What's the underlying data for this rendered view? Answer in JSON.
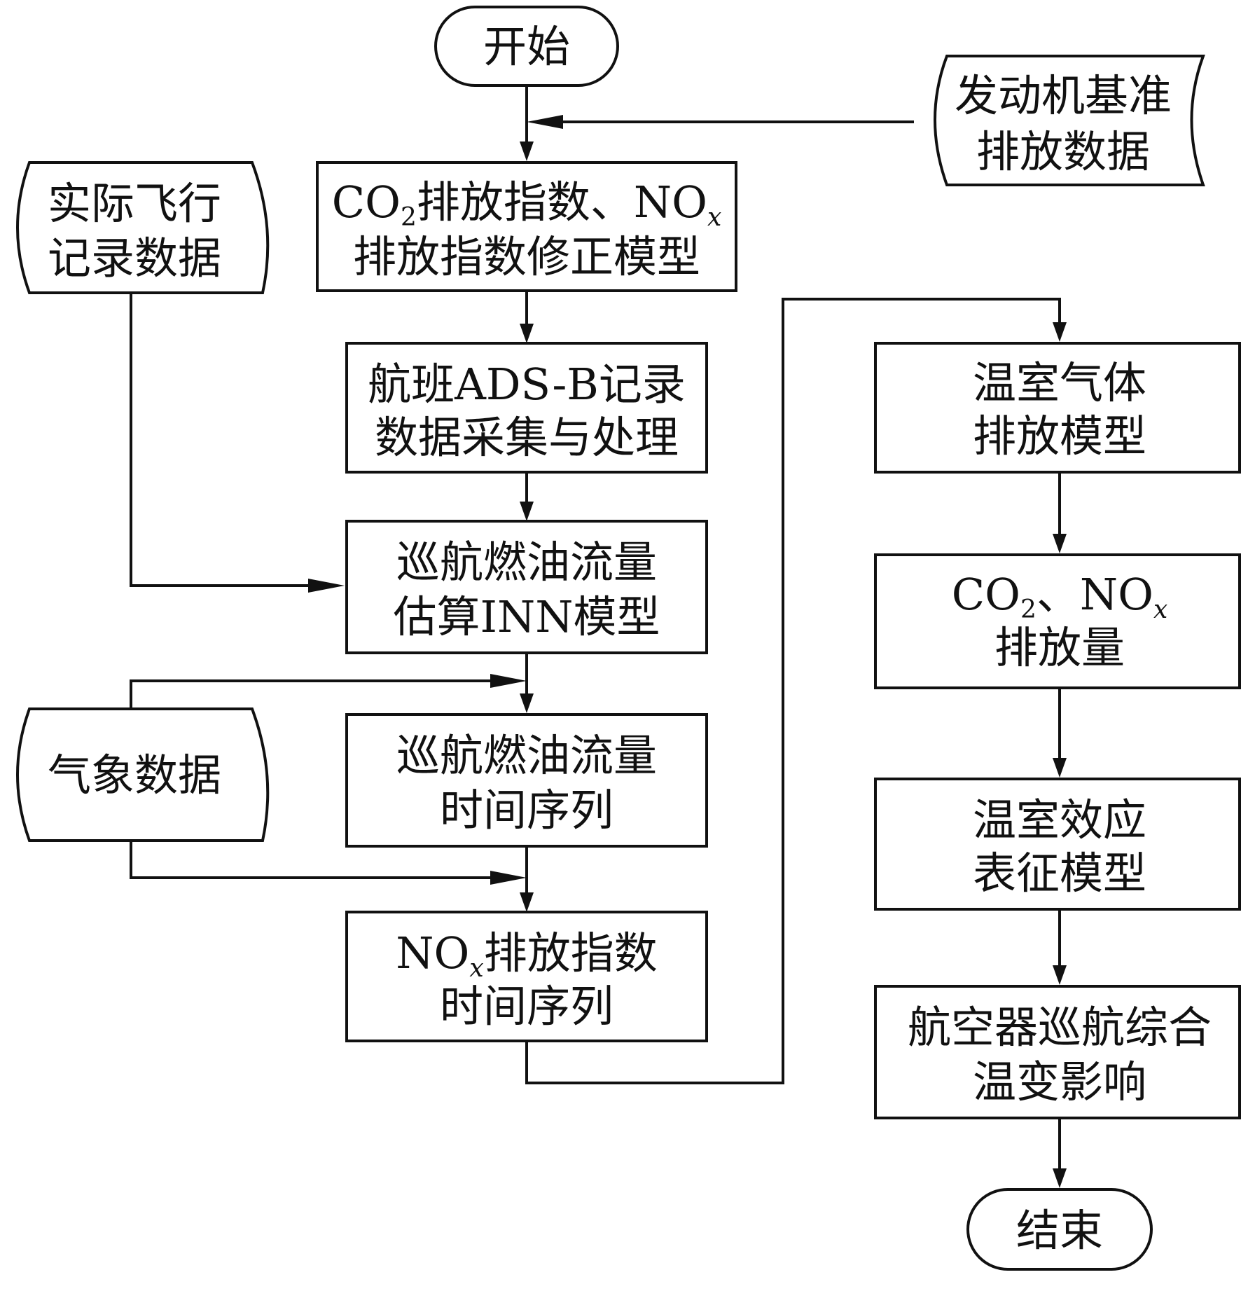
{
  "nodes": {
    "start": {
      "line1": "开始"
    },
    "engine_data": {
      "line1": "发动机基准",
      "line2": "排放数据"
    },
    "flight_data": {
      "line1": "实际飞行",
      "line2": "记录数据"
    },
    "correction_model": {
      "line1_a": "CO",
      "line1_sub": "2",
      "line1_b": "排放指数、NO",
      "line1_sub2": "x",
      "line2": "排放指数修正模型"
    },
    "adsb": {
      "line1": "航班ADS-B记录",
      "line2": "数据采集与处理"
    },
    "inn_model": {
      "line1": "巡航燃油流量",
      "line2": "估算INN模型"
    },
    "weather": {
      "line1": "气象数据"
    },
    "fuel_series": {
      "line1": "巡航燃油流量",
      "line2": "时间序列"
    },
    "nox_series": {
      "line1_a": "NO",
      "line1_sub": "x",
      "line1_b": "排放指数",
      "line2": "时间序列"
    },
    "ghg_model": {
      "line1": "温室气体",
      "line2": "排放模型"
    },
    "emission": {
      "line1_a": "CO",
      "line1_sub": "2",
      "line1_b": "、NO",
      "line1_sub2": "x",
      "line2": "排放量"
    },
    "effect_model": {
      "line1": "温室效应",
      "line2": "表征模型"
    },
    "impact": {
      "line1": "航空器巡航综合",
      "line2": "温变影响"
    },
    "end": {
      "line1": "结束"
    }
  }
}
